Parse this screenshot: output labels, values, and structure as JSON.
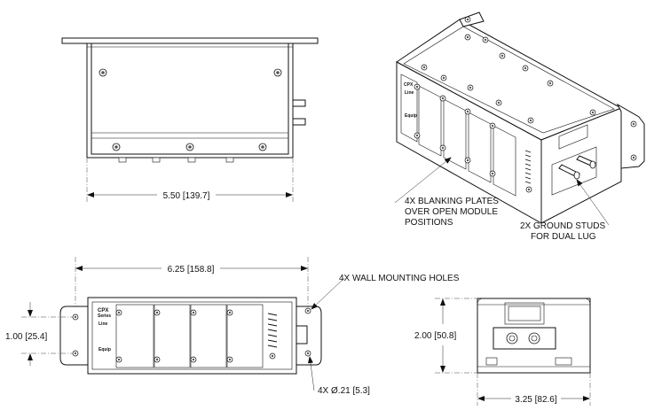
{
  "views": {
    "top": {
      "width_dim": "5.50 [139.7]"
    },
    "iso": {
      "blanking_note": [
        "4X BLANKING PLATES",
        "OVER OPEN MODULE",
        "POSITIONS"
      ],
      "studs_note": [
        "2X GROUND STUDS",
        "FOR DUAL LUG"
      ],
      "brand": "CPX",
      "line_label": "Line",
      "equip_label": "Equip"
    },
    "front": {
      "width_dim": "6.25 [158.8]",
      "height_dim": "1.00 [25.4]",
      "holes_note": "4X WALL MOUNTING HOLES",
      "hole_dia_dim": "4X Ø.21 [5.3]",
      "brand": "CPX",
      "series_label": "Series",
      "line_label": "Line",
      "equip_label": "Equip"
    },
    "side": {
      "height_dim": "2.00 [50.8]",
      "depth_dim": "3.25 [82.6]"
    }
  }
}
